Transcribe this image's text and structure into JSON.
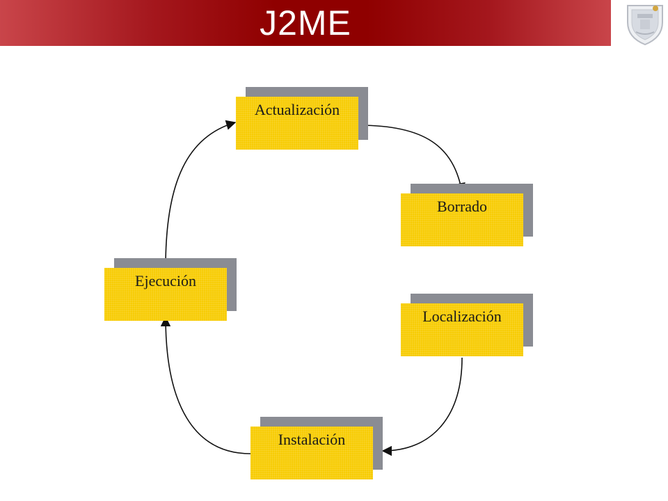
{
  "header": {
    "title": "J2ME",
    "background_color": "#8f0000",
    "title_color": "#ffffff",
    "logo_icon": "university-crest-icon"
  },
  "diagram": {
    "type": "cycle",
    "node_fill": "#f7cc04",
    "shadow_color": "#8a8c93",
    "nodes": [
      {
        "id": "actualizacion",
        "label": "Actualización"
      },
      {
        "id": "borrado",
        "label": "Borrado"
      },
      {
        "id": "ejecucion",
        "label": "Ejecución"
      },
      {
        "id": "localizacion",
        "label": "Localización"
      },
      {
        "id": "instalacion",
        "label": "Instalación"
      }
    ],
    "edges": [
      {
        "from": "actualizacion",
        "to": "borrado"
      },
      {
        "from": "localizacion",
        "to": "instalacion"
      },
      {
        "from": "instalacion",
        "to": "ejecucion"
      },
      {
        "from": "ejecucion",
        "to": "actualizacion"
      }
    ]
  }
}
